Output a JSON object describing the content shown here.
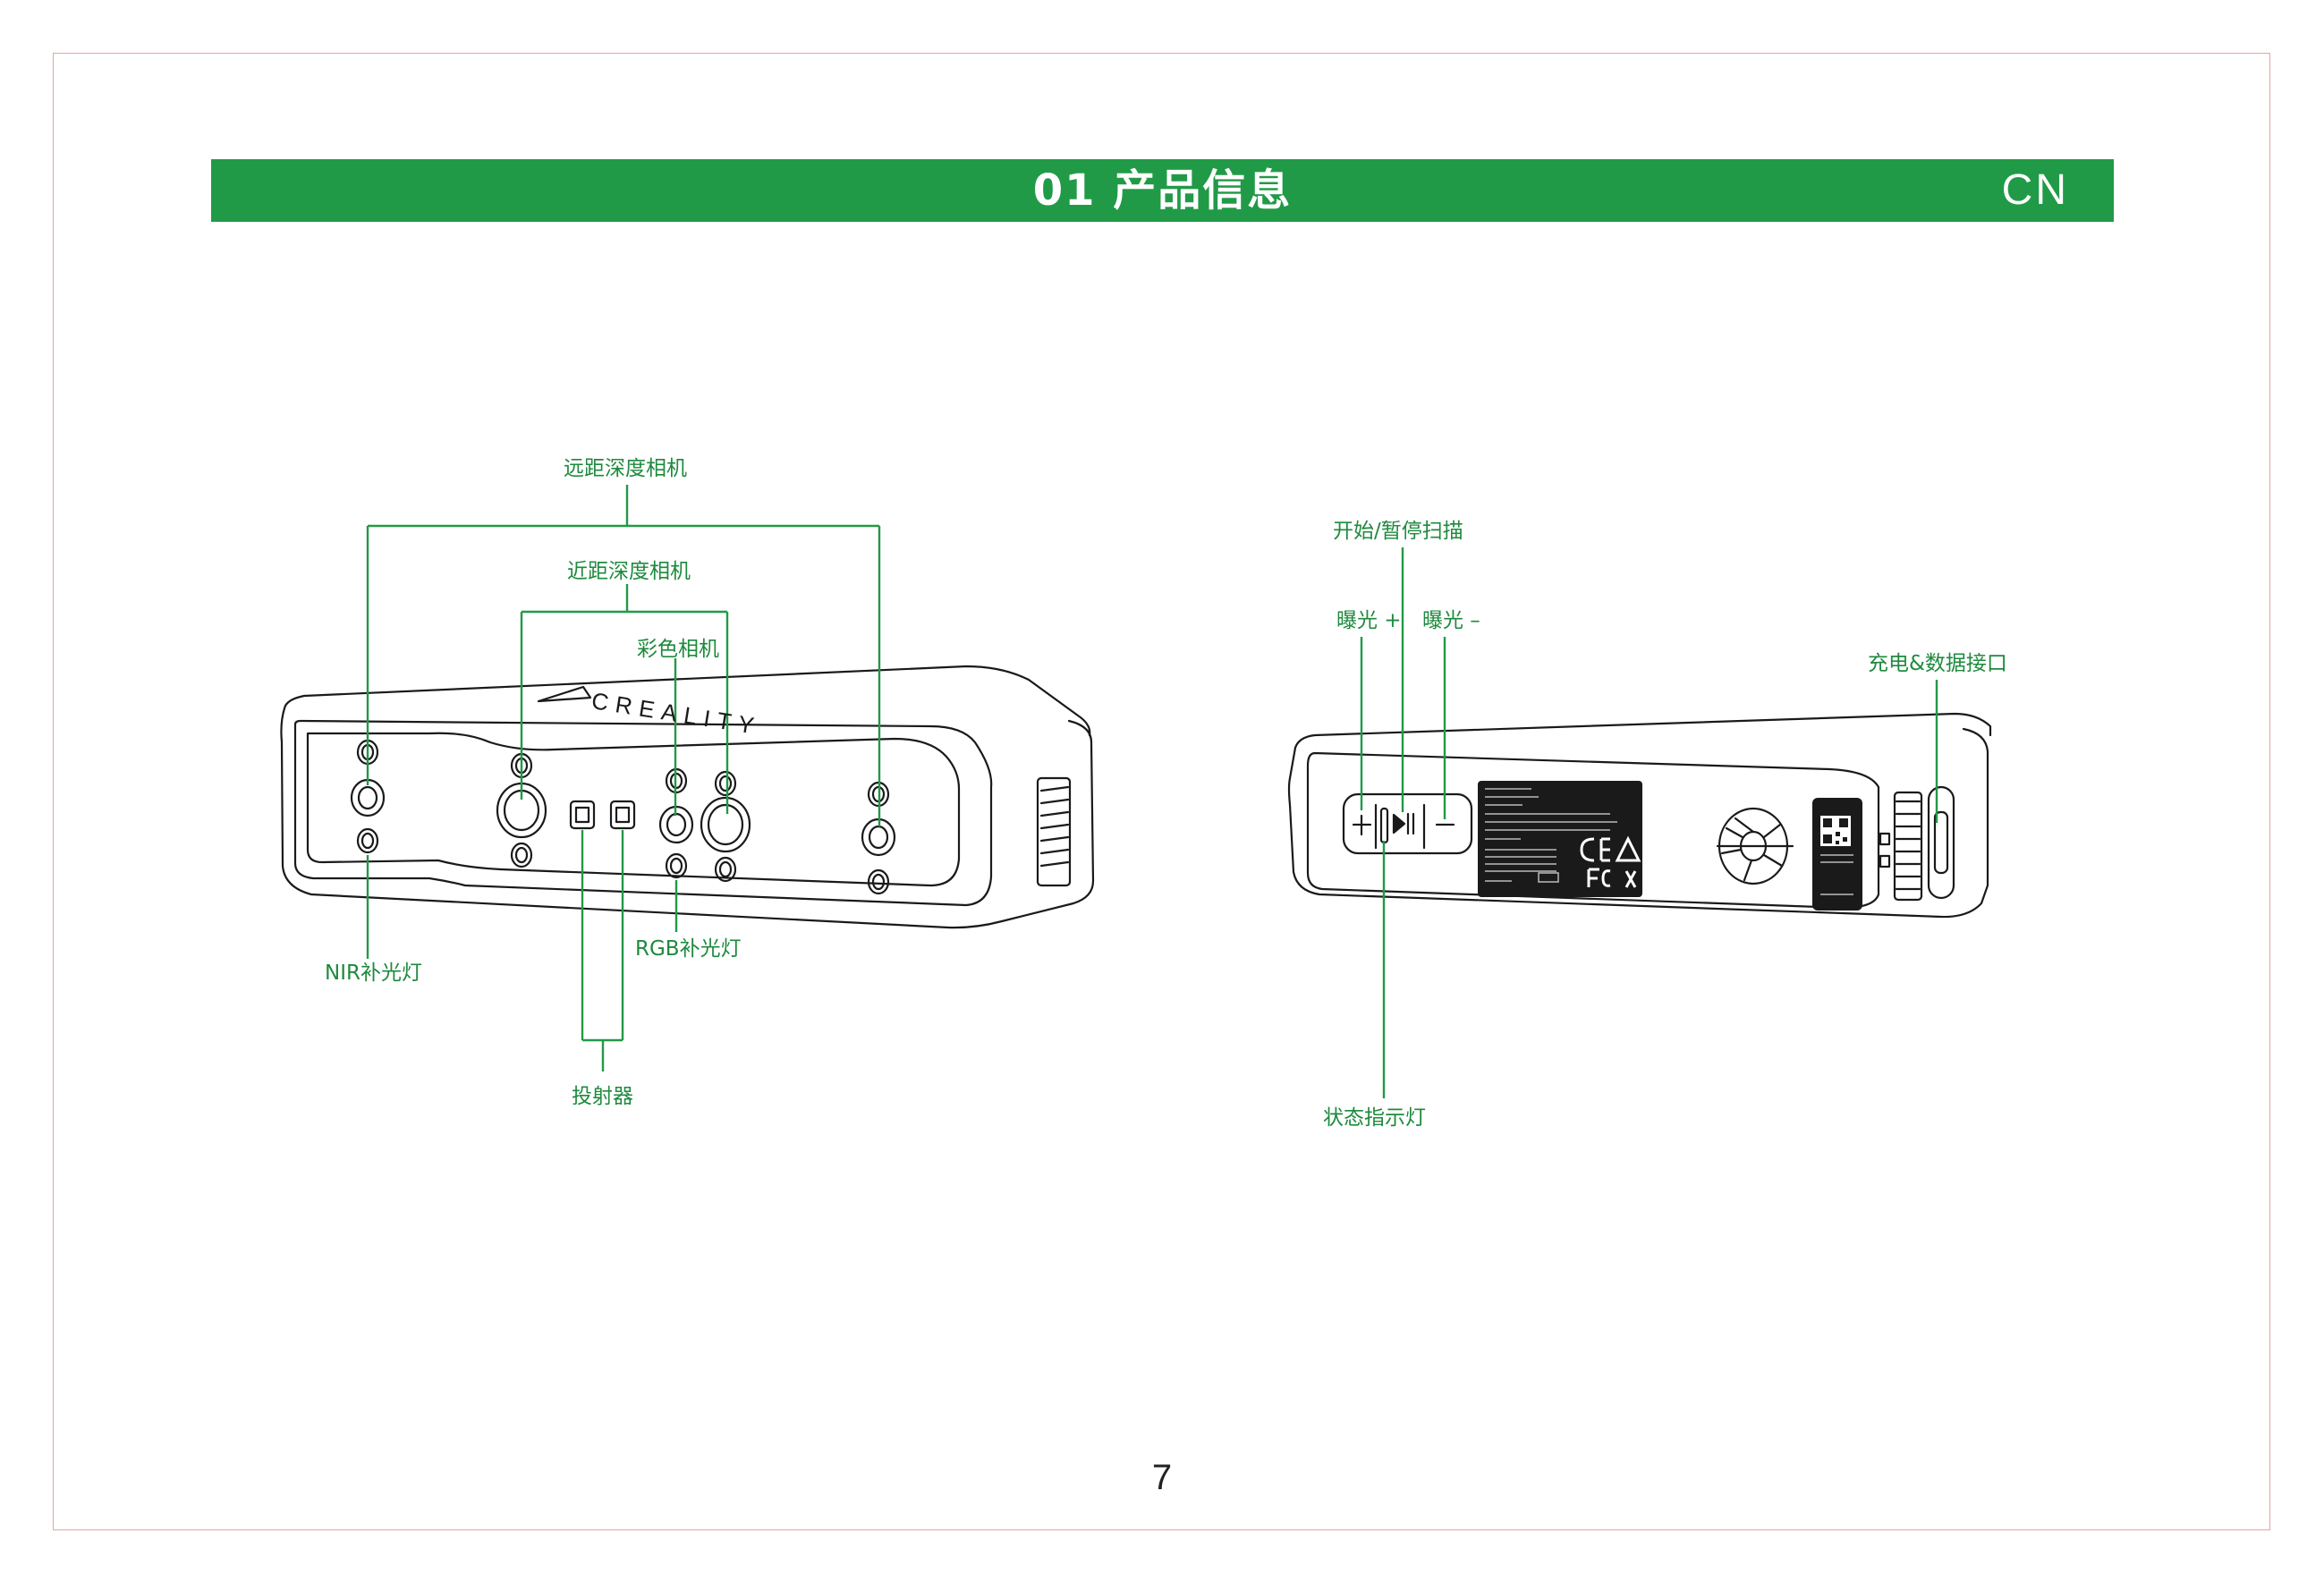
{
  "header": {
    "title": "01 产品信息",
    "lang": "CN"
  },
  "front_view": {
    "brand": "CREALITY",
    "labels": {
      "far_depth_camera": "远距深度相机",
      "near_depth_camera": "近距深度相机",
      "color_camera": "彩色相机",
      "nir_fill_light": "NIR补光灯",
      "rgb_fill_light": "RGB补光灯",
      "projector": "投射器"
    }
  },
  "back_view": {
    "labels": {
      "start_pause_scan": "开始/暂停扫描",
      "exposure_plus": "曝光 +",
      "exposure_minus": "曝光 –",
      "charge_data_port": "充电&数据接口",
      "status_light": "状态指示灯"
    }
  },
  "page": {
    "number": "7"
  },
  "colors": {
    "accent": "#219a47",
    "label": "#1e8a3e",
    "frame": "#e6a3a3"
  }
}
